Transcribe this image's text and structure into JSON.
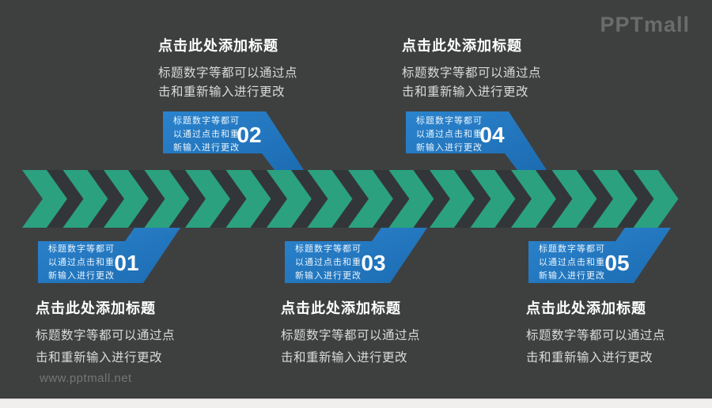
{
  "slide": {
    "brand_logo": "PPTmall",
    "watermark_url": "www.pptmall.net"
  },
  "placeholders": {
    "block_title": "点击此处添加标题",
    "block_body_line1": "标题数字等都可以通过点",
    "block_body_line2": "击和重新输入进行更改",
    "callout_line1": "标题数字等都可",
    "callout_line2": "以通过点击和重",
    "callout_line3": "新输入进行更改"
  },
  "steps": [
    {
      "number": "01"
    },
    {
      "number": "02"
    },
    {
      "number": "03"
    },
    {
      "number": "04"
    },
    {
      "number": "05"
    }
  ],
  "colors": {
    "background": "#3e4040",
    "arrow_green": "#2ba17f",
    "arrow_gap": "#333638",
    "callout_blue": "#2b83cd",
    "callout_blue_dark": "#1c6cb2",
    "footer_bar": "#f0efed",
    "logo_gray": "#6b6b6b"
  }
}
